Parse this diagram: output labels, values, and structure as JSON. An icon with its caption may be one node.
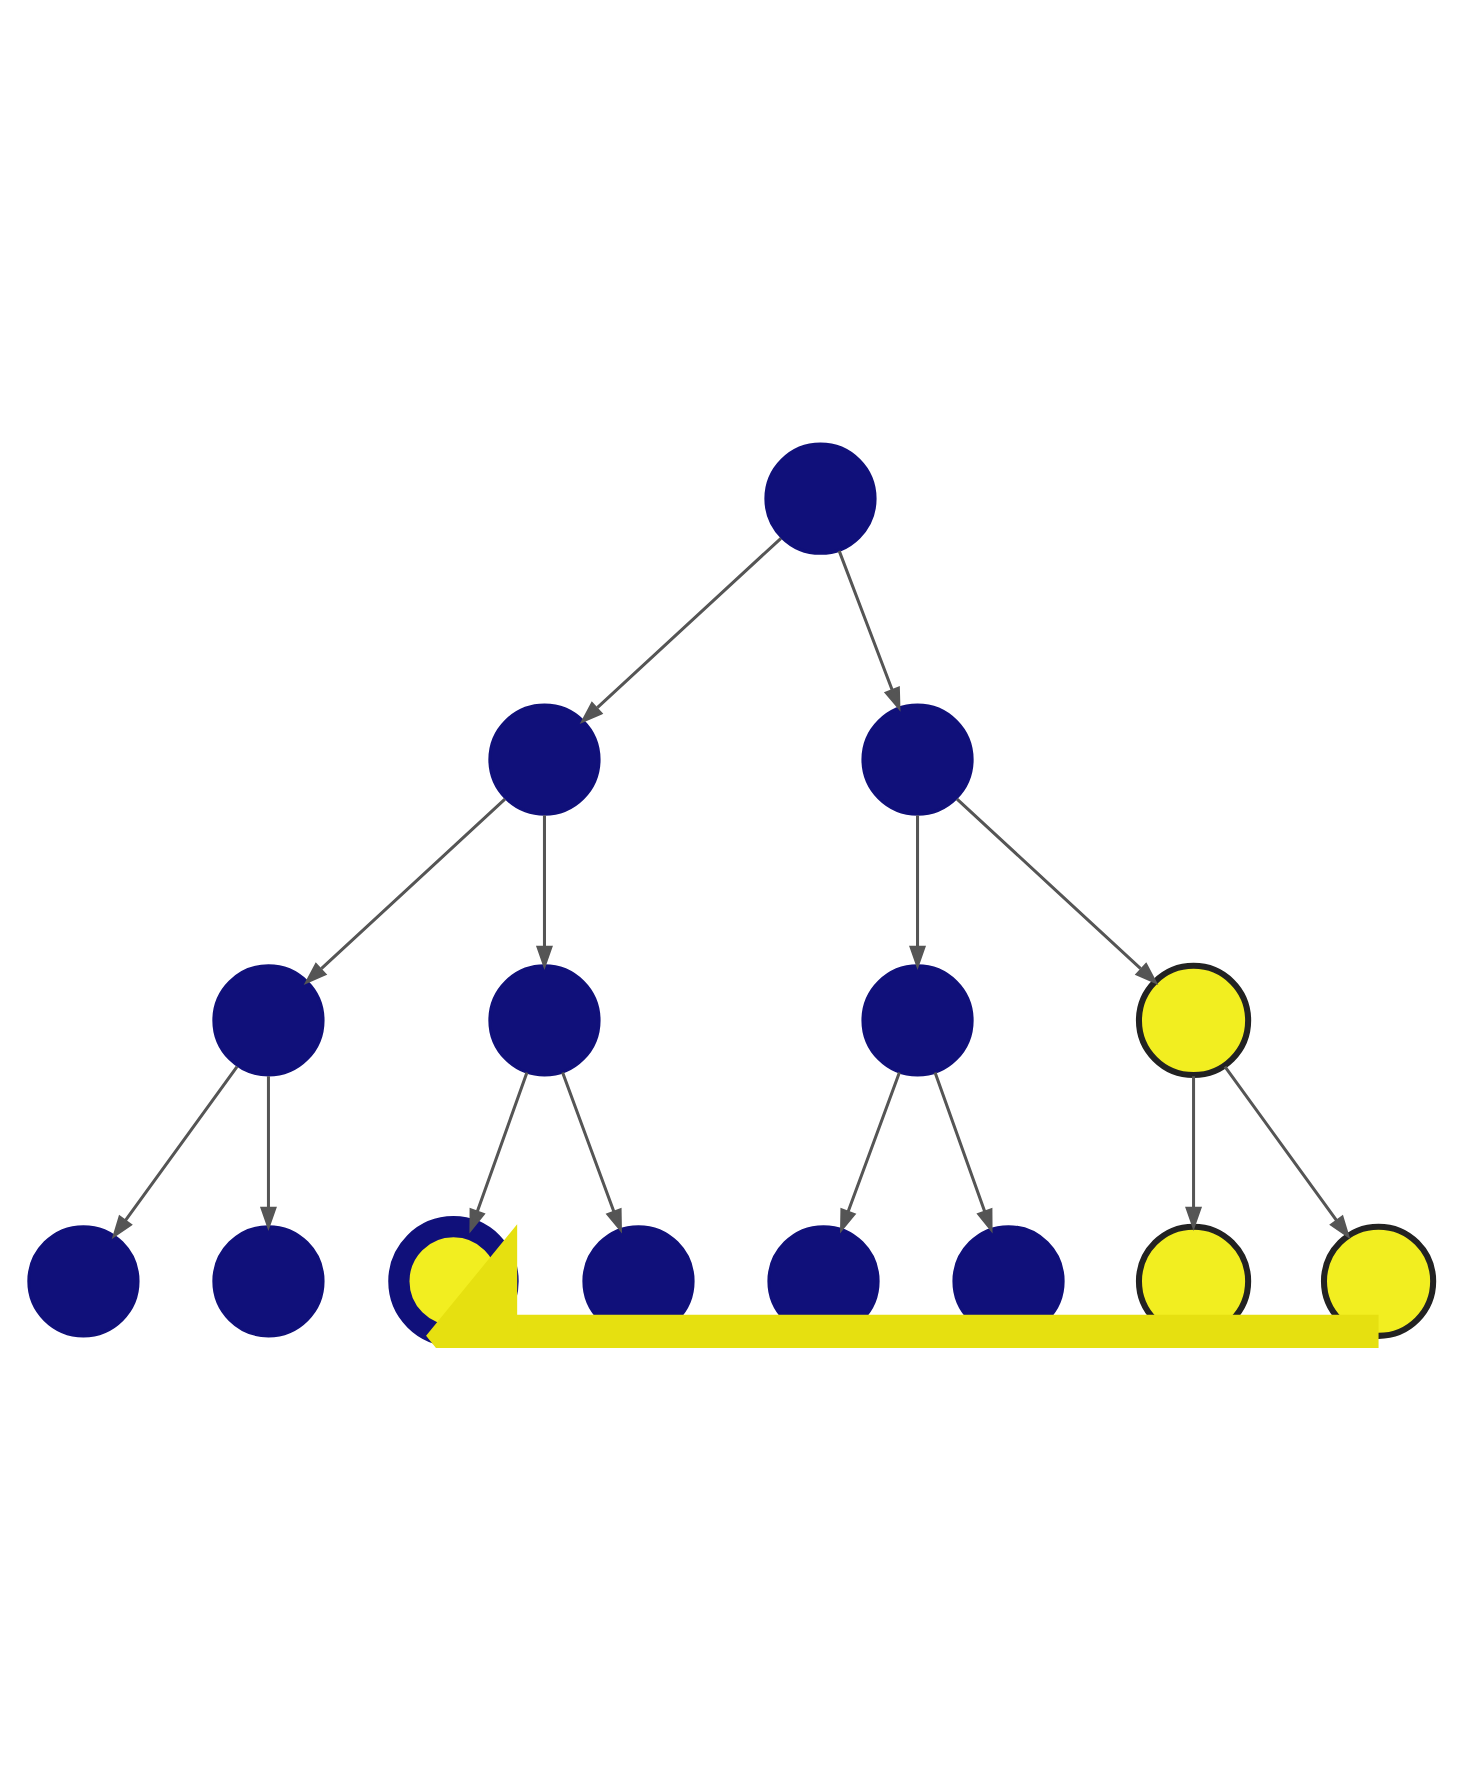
{
  "diagram": {
    "nodes": [
      {
        "text": [],
        "shape": "circle"
      },
      {
        "text": [],
        "shape": "circle"
      },
      {
        "text": [],
        "shape": "circle"
      },
      {
        "text": [],
        "shape": "circle"
      },
      {
        "text": [],
        "shape": "circle"
      },
      {
        "text": [],
        "shape": "circle"
      },
      {
        "text": [],
        "shape": "circle"
      },
      {
        "text": [],
        "shape": "circle"
      },
      {
        "text": [],
        "shape": "circle"
      },
      {
        "text": [],
        "shape": "circle"
      },
      {
        "text": [],
        "shape": "circle"
      },
      {
        "text": [],
        "shape": "circle"
      },
      {
        "text": [],
        "shape": "circle"
      },
      {
        "text": [],
        "shape": "circle"
      },
      {
        "text": [],
        "shape": "circle"
      }
    ],
    "edges": [
      {
        "from": 0,
        "to": 1,
        "arrow": "to"
      },
      {
        "from": 0,
        "to": 2,
        "arrow": "to"
      },
      {
        "from": 1,
        "to": 3,
        "arrow": "to"
      },
      {
        "from": 1,
        "to": 4,
        "arrow": "to"
      },
      {
        "from": 2,
        "to": 5,
        "arrow": "to"
      },
      {
        "from": 2,
        "to": 6,
        "arrow": "to"
      },
      {
        "from": 3,
        "to": 7,
        "arrow": "to"
      },
      {
        "from": 3,
        "to": 8,
        "arrow": "to"
      },
      {
        "from": 4,
        "to": 9,
        "arrow": "to"
      },
      {
        "from": 4,
        "to": 10,
        "arrow": "to"
      },
      {
        "from": 5,
        "to": 11,
        "arrow": "to"
      },
      {
        "from": 5,
        "to": 12,
        "arrow": "to"
      },
      {
        "from": 6,
        "to": 13,
        "arrow": "to"
      },
      {
        "from": 6,
        "to": 14,
        "arrow": "to"
      },
      {
        "from": 14,
        "to": 9,
        "arrow": "to",
        "style": "thick",
        "color": "#e6e010"
      }
    ]
  }
}
